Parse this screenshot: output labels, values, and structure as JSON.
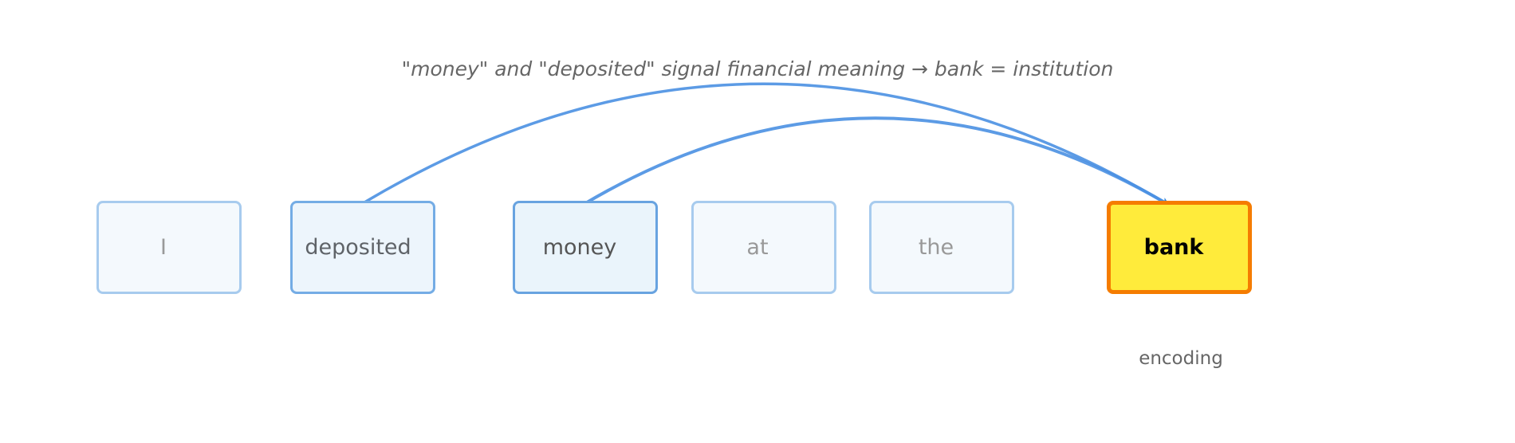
{
  "title": "\"money\" and \"deposited\" signal financial meaning → bank = institution",
  "tokens": [
    {
      "text": "I",
      "state": "faint"
    },
    {
      "text": "deposited",
      "state": "attended"
    },
    {
      "text": "money",
      "state": "attended"
    },
    {
      "text": "at",
      "state": "faint"
    },
    {
      "text": "the",
      "state": "faint"
    },
    {
      "text": "bank",
      "state": "target"
    }
  ],
  "target_label": "encoding",
  "colors": {
    "arrow": "#4a90e2",
    "target_fill": "#ffeb3b",
    "target_border": "#f57c00",
    "token_border": "#a7cbee"
  }
}
